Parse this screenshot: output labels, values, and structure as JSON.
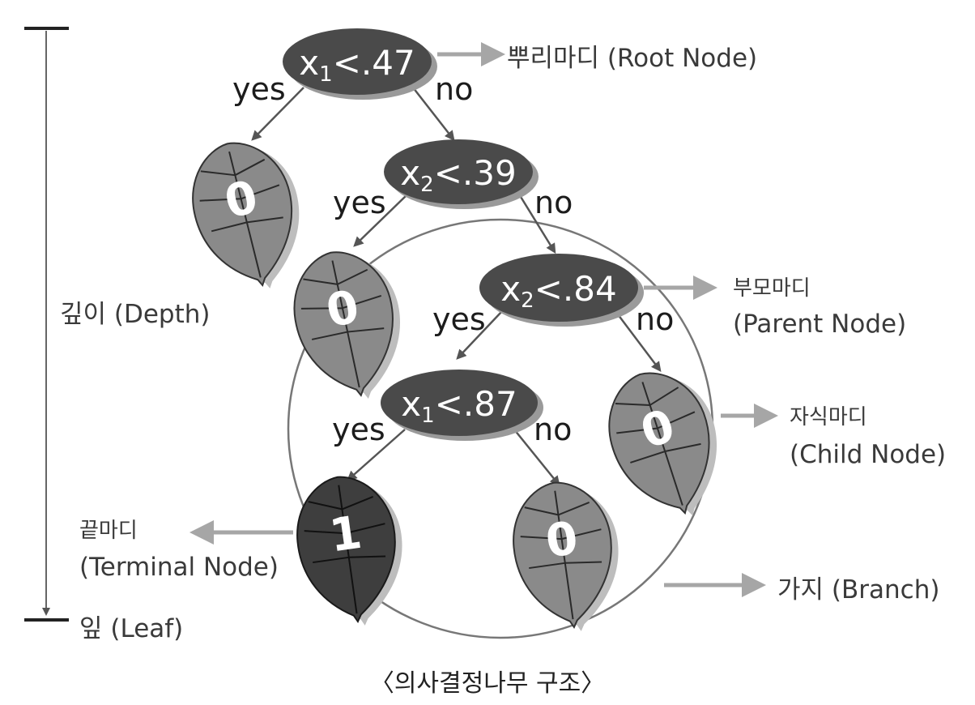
{
  "nodes": {
    "root": {
      "var": "x",
      "sub": "1",
      "cond": "<.47"
    },
    "n2": {
      "var": "x",
      "sub": "2",
      "cond": "<.39"
    },
    "parent": {
      "var": "x",
      "sub": "2",
      "cond": "<.84"
    },
    "n4": {
      "var": "x",
      "sub": "1",
      "cond": "<.87"
    }
  },
  "leaves": {
    "leaf_a": "0",
    "leaf_b": "0",
    "leaf_c": "0",
    "leaf_d": "1",
    "leaf_e": "0"
  },
  "branch_labels": {
    "root_yes": "yes",
    "root_no": "no",
    "n2_yes": "yes",
    "n2_no": "no",
    "parent_yes": "yes",
    "parent_no": "no",
    "n4_yes": "yes",
    "n4_no": "no"
  },
  "annotations": {
    "root_node": "뿌리마디 (Root Node)",
    "parent_ko": "부모마디",
    "parent_en": "(Parent Node)",
    "child_ko": "자식마디",
    "child_en": "(Child Node)",
    "branch": "가지 (Branch)",
    "terminal_ko": "끝마디",
    "terminal_en": "(Terminal Node)",
    "depth": "깊이 (Depth)",
    "leaf": "잎 (Leaf)"
  },
  "caption": "〈의사결정나무 구조〉",
  "colors": {
    "node_fill": "#4a4a4a",
    "node_shadow": "#9a9a9a",
    "leaf_light": "#8a8a8a",
    "leaf_dark": "#3e3e3e",
    "arrow": "#a6a6a6",
    "edge": "#555555",
    "circle": "#777777"
  }
}
